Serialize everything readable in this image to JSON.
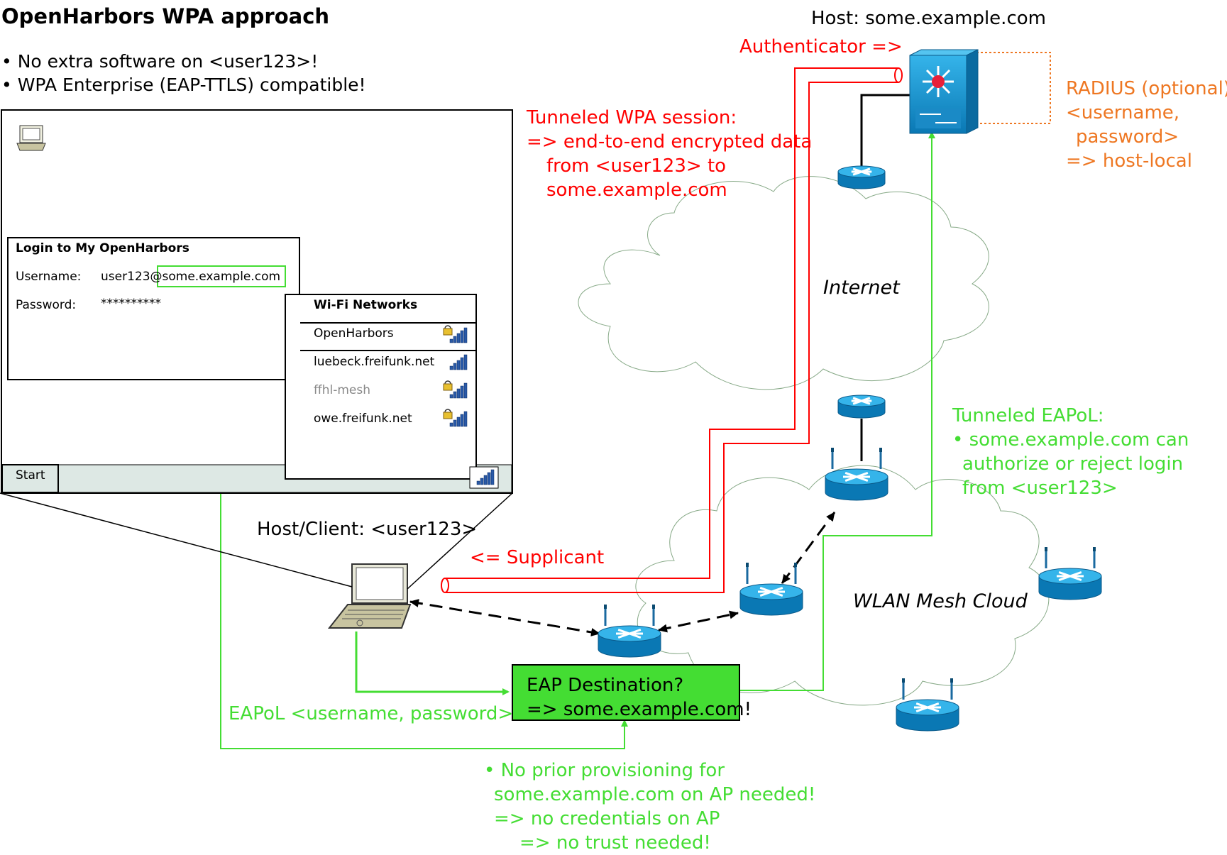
{
  "title": "OpenHarbors WPA approach",
  "bullets": [
    "• No extra software on <user123>!",
    "• WPA Enterprise (EAP-TTLS) compatible!"
  ],
  "host_label": "Host: some.example.com",
  "authenticator": "Authenticator =>",
  "tunneled_wpa": [
    "Tunneled WPA session:",
    "=> end-to-end encrypted data",
    "from <user123> to",
    "some.example.com"
  ],
  "radius": [
    "RADIUS (optional)",
    "<username,",
    "password>",
    "=> host-local"
  ],
  "internet": "Internet",
  "mesh_cloud": "WLAN Mesh Cloud",
  "tunneled_eapol": [
    "Tunneled EAPoL:",
    "• some.example.com can",
    "authorize or reject login",
    "from  <user123>"
  ],
  "host_client": "Host/Client: <user123>",
  "supplicant": "<= Supplicant",
  "eap_box": [
    "EAP Destination?",
    "=> some.example.com!"
  ],
  "eapol_label": "EAPoL <username, password>",
  "no_provisioning": [
    "• No prior provisioning for",
    "some.example.com on AP needed!",
    "=> no credentials on AP",
    "=> no trust needed!"
  ],
  "login": {
    "title": "Login to My OpenHarbors",
    "username_label": "Username:",
    "username_value": "user123@some.example.com",
    "password_label": "Password:",
    "password_value": "**********"
  },
  "wifi": {
    "title": "Wi-Fi Networks",
    "networks": [
      "OpenHarbors",
      "luebeck.freifunk.net",
      "ffhl-mesh",
      "owe.freifunk.net"
    ]
  },
  "taskbar": {
    "start": "Start"
  },
  "colors": {
    "red": "#ff0000",
    "green": "#44dd33",
    "orange": "#ee7722",
    "box_green": "#44dd33",
    "router_blue": "#1a9ad6"
  }
}
